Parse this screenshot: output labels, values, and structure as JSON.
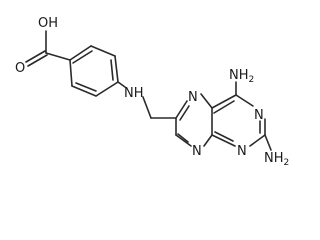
{
  "labels": {
    "oh": "OH",
    "o": "O",
    "nh": "NH",
    "n": "N",
    "nh2_label": "NH",
    "nh2_sub": "2"
  }
}
